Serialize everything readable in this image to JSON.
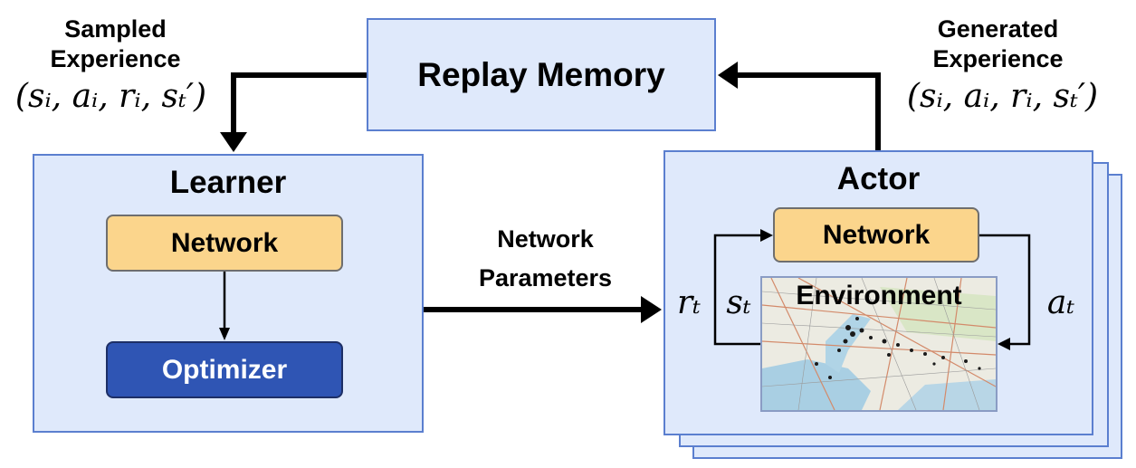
{
  "replay_memory": {
    "label": "Replay Memory"
  },
  "sampled": {
    "line1": "Sampled",
    "line2": "Experience",
    "tuple": "(sᵢ, aᵢ, rᵢ, sₜ′)"
  },
  "generated": {
    "line1": "Generated",
    "line2": "Experience",
    "tuple": "(sᵢ, aᵢ, rᵢ, sₜ′)"
  },
  "learner": {
    "title": "Learner",
    "network": "Network",
    "optimizer": "Optimizer"
  },
  "network_parameters": {
    "line1": "Network",
    "line2": "Parameters"
  },
  "actor": {
    "title": "Actor",
    "network": "Network",
    "environment": "Environment",
    "reward": "rₜ",
    "state": "sₜ",
    "action": "aₜ"
  },
  "colors": {
    "box_fill": "#dfe9fb",
    "box_border": "#5b7fcf",
    "network_fill": "#fbd58c",
    "optimizer_fill": "#2f55b4"
  }
}
